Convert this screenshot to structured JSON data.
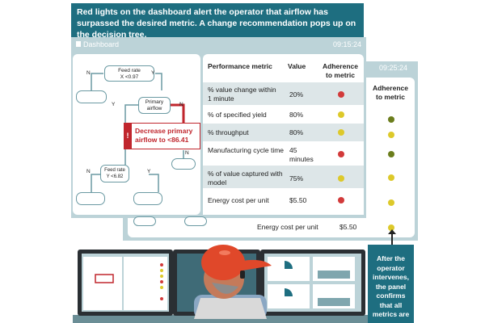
{
  "caption_top": "Red lights on the dashboard alert the operator that airflow has surpassed the desired metric. A change recommendation pops up on the decision tree.",
  "front_panel": {
    "title": "Dashboard",
    "time": "09:15:24",
    "tree": {
      "node_feed_rate_x": "Feed rate\nX <0.97",
      "node_primary_airflow": "Primary\nairflow",
      "node_feed_rate_y": "Feed rate\nY <6.82",
      "labels_n": "N",
      "labels_y": "Y",
      "alert_icon": "!",
      "alert_text": "Decrease primary airflow to <86.41"
    },
    "table": {
      "headers": [
        "Performance metric",
        "Value",
        "Adherence to metric"
      ],
      "rows": [
        {
          "metric": "% value change within 1 minute",
          "value": "20%",
          "status": "red"
        },
        {
          "metric": "% of specified yield",
          "value": "80%",
          "status": "yellow"
        },
        {
          "metric": "% throughput",
          "value": "80%",
          "status": "yellow"
        },
        {
          "metric": "Manufacturing cycle time",
          "value": "45 minutes",
          "status": "red"
        },
        {
          "metric": "% of value captured with model",
          "value": "75%",
          "status": "yellow"
        },
        {
          "metric": "Energy cost per unit",
          "value": "$5.50",
          "status": "red"
        }
      ]
    }
  },
  "back_panel": {
    "time": "09:25:24",
    "adherence_header": "Adherence to metric",
    "statuses": [
      "green",
      "yellow",
      "green",
      "yellow",
      "yellow",
      "yellow",
      "yellow"
    ],
    "energy_label": "Energy cost per unit",
    "energy_value": "$5.50"
  },
  "caption_bottom": "After the operator intervenes, the panel confirms that all metrics are",
  "colors": {
    "teal_dark": "#1e6e80",
    "panel": "#bcd3d8",
    "red": "#d23a3a",
    "yellow": "#ddc92a",
    "green": "#6b7d1c",
    "alert_red": "#c0262d"
  }
}
